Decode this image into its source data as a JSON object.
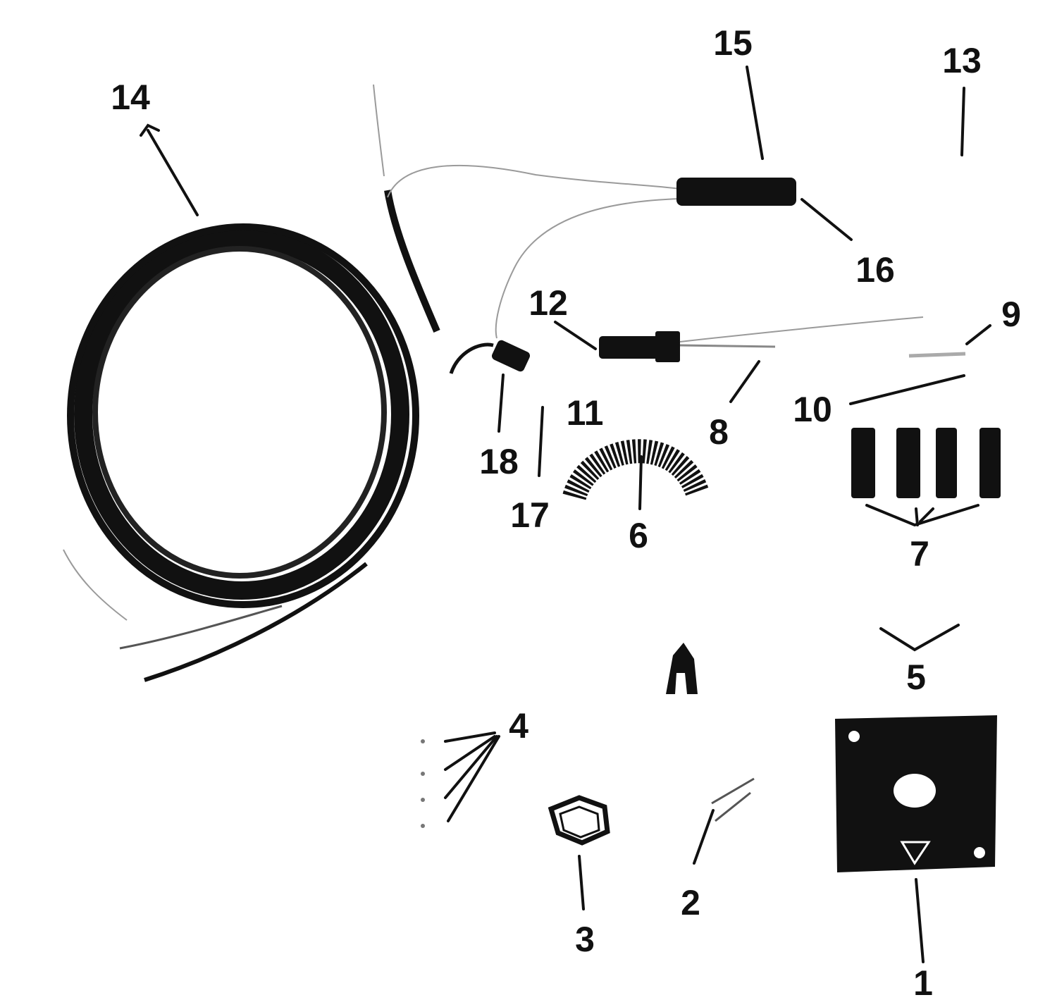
{
  "figure": {
    "labels": [
      "1",
      "2",
      "3",
      "4",
      "5",
      "6",
      "7",
      "8",
      "9",
      "10",
      "11",
      "12",
      "13",
      "14",
      "15",
      "16",
      "17",
      "18"
    ],
    "ink_color": "#111111",
    "background_color": "#ffffff"
  }
}
